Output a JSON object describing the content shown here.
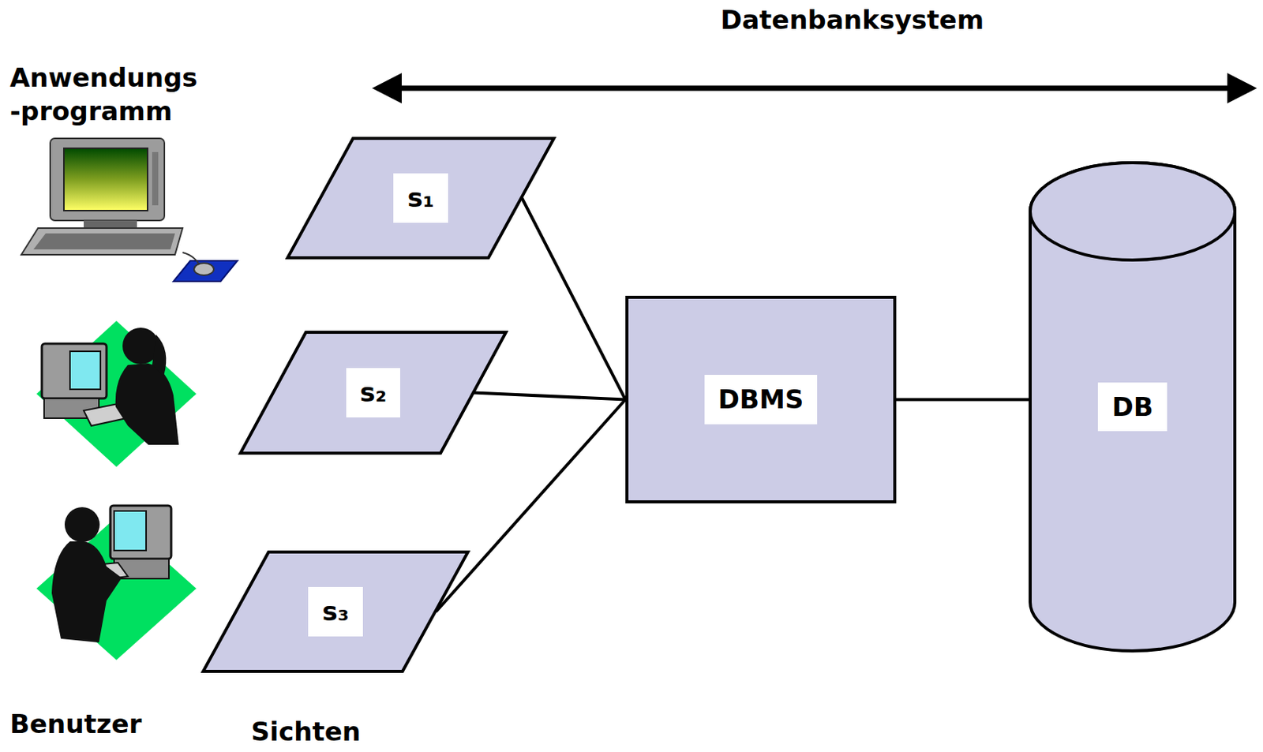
{
  "diagram": {
    "nodes": [
      {
        "text": [
          "s₁"
        ]
      },
      {
        "text": [
          "s₂"
        ]
      },
      {
        "text": [
          "s₃"
        ]
      },
      {
        "text": [
          "DBMS"
        ]
      },
      {
        "text": [
          "DB"
        ]
      }
    ],
    "edges": [
      {
        "from": 0,
        "to": 3,
        "arrow": "none"
      },
      {
        "from": 1,
        "to": 3,
        "arrow": "none"
      },
      {
        "from": 2,
        "to": 3,
        "arrow": "none"
      },
      {
        "from": 3,
        "to": 4,
        "arrow": "none"
      }
    ],
    "labels": [
      "Datenbanksystem",
      "Anwendungs -programm",
      "Benutzer",
      "Sichten"
    ]
  }
}
